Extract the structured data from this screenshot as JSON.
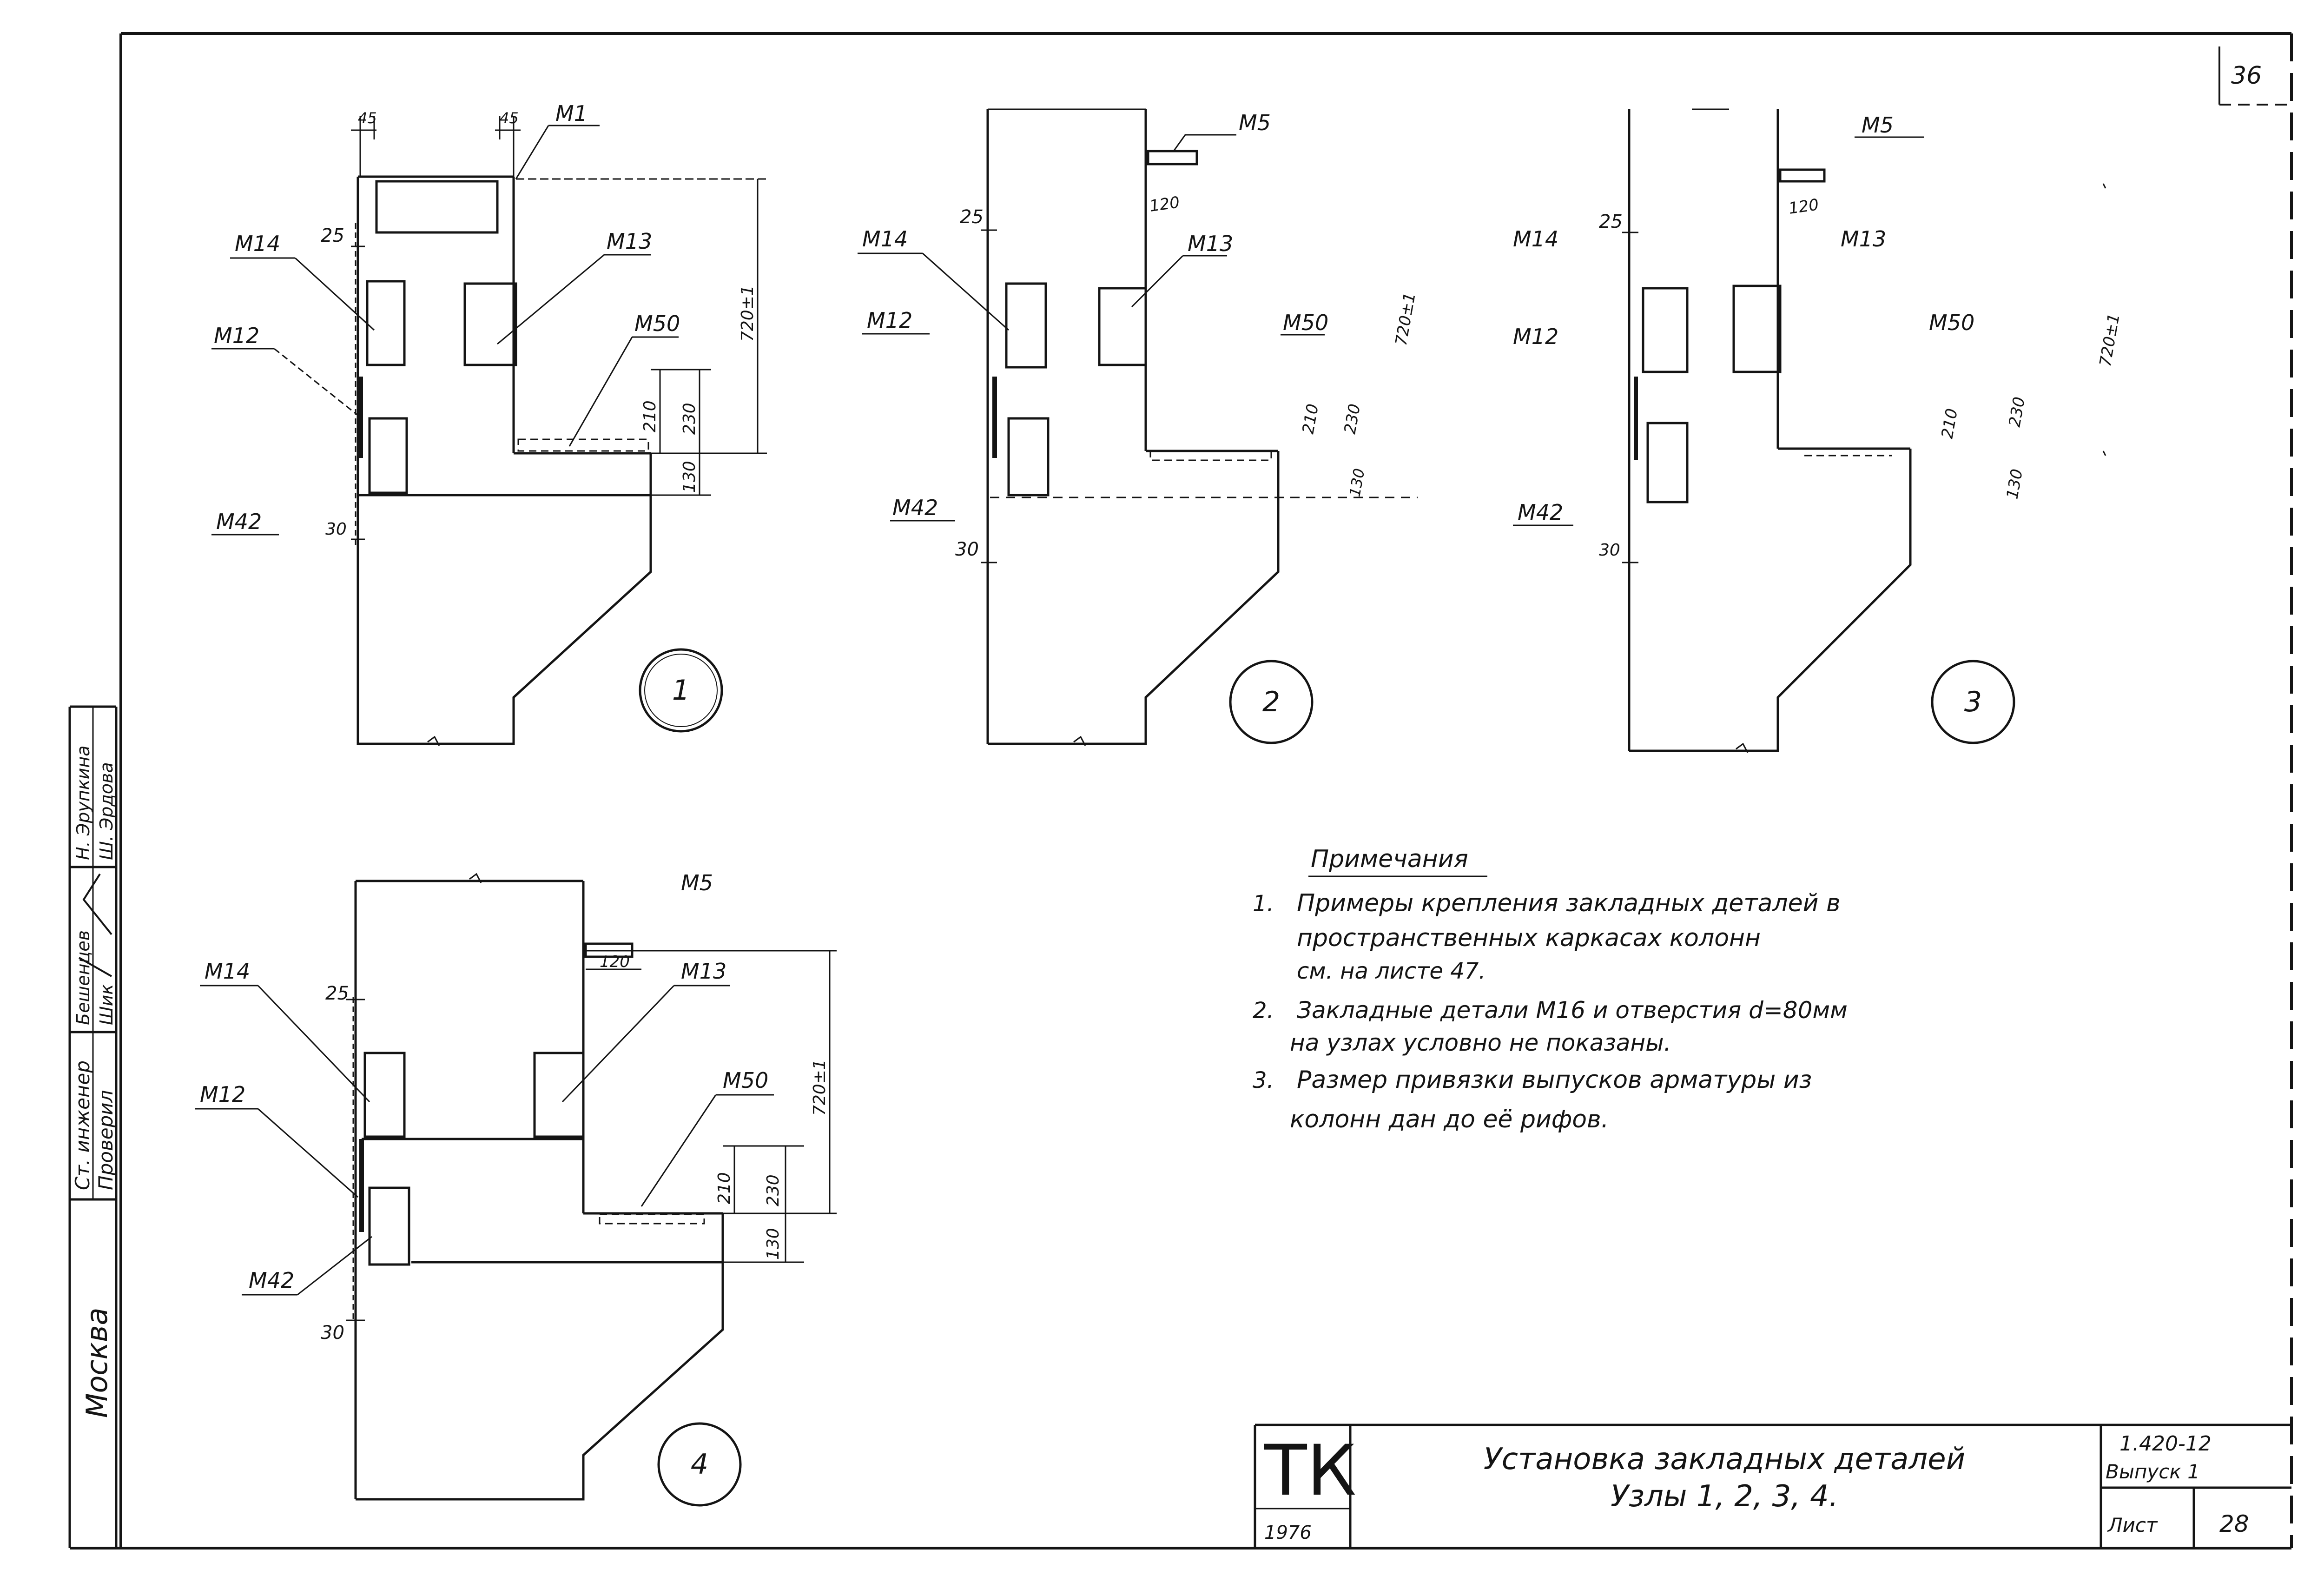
{
  "sheet_number": "36",
  "side_stamp": {
    "col1": [
      "Москва"
    ],
    "col2": [
      "Ст. инженер",
      "Проверил"
    ],
    "col3": [
      "Бешенцев",
      "Шик"
    ],
    "col4": [
      "Н. Эрупкина",
      "Ш. Эрдова"
    ]
  },
  "nodes": [
    {
      "number": "1",
      "labels": {
        "m1": "М1",
        "m14": "М14",
        "m13": "М13",
        "m12": "М12",
        "m50": "М50",
        "m42": "М42"
      },
      "dims": {
        "w1": "45",
        "w2": "45",
        "d25": "25",
        "d30": "30",
        "d210": "210",
        "d230": "230",
        "d130": "130",
        "d720": "720±1"
      }
    },
    {
      "number": "2",
      "labels": {
        "m5": "М5",
        "m14": "М14",
        "m13": "М13",
        "m12": "М12",
        "m50": "М50",
        "m42": "М42"
      },
      "dims": {
        "d120": "120",
        "d25": "25",
        "d30": "30",
        "d210": "210",
        "d230": "230",
        "d130": "130",
        "d720": "720±1"
      }
    },
    {
      "number": "3",
      "labels": {
        "m5": "М5",
        "m14": "М14",
        "m13": "М13",
        "m12": "М12",
        "m50": "М50",
        "m42": "М42"
      },
      "dims": {
        "d120": "120",
        "d25": "25",
        "d30": "30",
        "d210": "210",
        "d230": "230",
        "d130": "130",
        "d720": "720±1"
      }
    },
    {
      "number": "4",
      "labels": {
        "m5": "М5",
        "m14": "М14",
        "m13": "М13",
        "m12": "М12",
        "m50": "М50",
        "m42": "М42"
      },
      "dims": {
        "d120": "120",
        "d25": "25",
        "d30": "30",
        "d210": "210",
        "d230": "230",
        "d130": "130",
        "d720": "720±1"
      }
    }
  ],
  "notes": {
    "title": "Примечания",
    "items": [
      {
        "number": "1.",
        "lines": [
          "Примеры крепления закладных деталей в",
          "пространственных каркасах колонн",
          "см. на листе 47."
        ]
      },
      {
        "number": "2.",
        "lines": [
          "Закладные детали М16 и отверстия d=80мм",
          "на узлах условно не показаны."
        ]
      },
      {
        "number": "3.",
        "lines": [
          "Размер привязки выпусков арматуры из",
          "колонн дан до её рифов."
        ]
      }
    ]
  },
  "title_block": {
    "org": "ТК",
    "year": "1976",
    "title_line1": "Установка закладных деталей",
    "title_line2": "Узлы 1, 2, 3, 4.",
    "series": "1.420-12",
    "issue": "Выпуск 1",
    "sheet_label": "Лист",
    "sheet_no": "28"
  }
}
